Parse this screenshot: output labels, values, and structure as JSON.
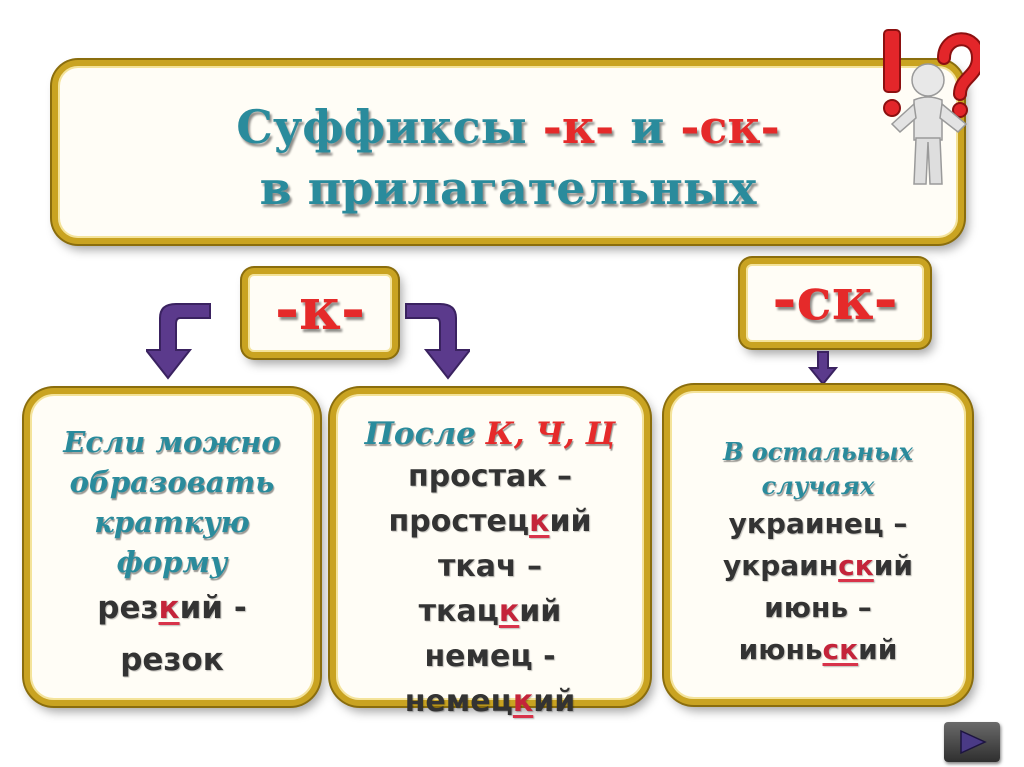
{
  "title": {
    "line1_part1": "Суффиксы",
    "line1_k": "-к-",
    "line1_and": "и",
    "line1_sk": "-ск-",
    "line2": "в прилагательных"
  },
  "suffix_k_label": "-к-",
  "suffix_sk_label": "-ск-",
  "card_short_form": {
    "rule_lines": [
      "Если можно",
      "образовать",
      "краткую",
      "форму"
    ],
    "example_1": {
      "pre": "рез",
      "sfx": "к",
      "post": "ий -"
    },
    "example_2": "резок"
  },
  "card_after_kchts": {
    "head_pre": "После",
    "head_letters": "К, Ч, Ц",
    "examples": [
      {
        "pre": "простак –",
        "sfx": "",
        "post": ""
      },
      {
        "pre": "простец",
        "sfx": "к",
        "post": "ий"
      },
      {
        "pre": "ткач –",
        "sfx": "",
        "post": ""
      },
      {
        "pre": "ткац",
        "sfx": "к",
        "post": "ий"
      },
      {
        "pre": "немец -",
        "sfx": "",
        "post": ""
      },
      {
        "pre": "немец",
        "sfx": "к",
        "post": "ий"
      }
    ]
  },
  "card_other": {
    "rule_lines": [
      "В остальных",
      "случаях"
    ],
    "examples": [
      {
        "pre": "украинец –",
        "sfx": "",
        "post": ""
      },
      {
        "pre": "украин",
        "sfx": "ск",
        "post": "ий"
      },
      {
        "pre": "июнь –",
        "sfx": "",
        "post": ""
      },
      {
        "pre": "июнь",
        "sfx": "ск",
        "post": "ий"
      }
    ]
  },
  "colors": {
    "accent_teal": "#2a8b9c",
    "accent_red": "#e52a2a",
    "frame_gold": "#c9a321",
    "arrow_purple": "#5b3a8c"
  },
  "icons": [
    "thinking-figure-icon",
    "exclamation-icon",
    "question-icon",
    "next-slide-icon"
  ]
}
